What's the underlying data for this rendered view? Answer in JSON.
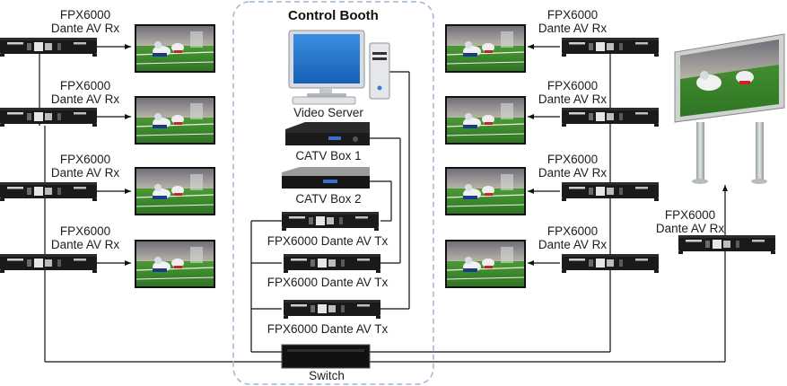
{
  "booth": {
    "title": "Control Booth",
    "server_label": "Video Server",
    "catv1_label": "CATV Box 1",
    "catv2_label": "CATV Box 2",
    "tx_labels": [
      "FPX6000 Dante AV Tx",
      "FPX6000 Dante AV Tx",
      "FPX6000 Dante AV Tx"
    ],
    "switch_label": "Switch"
  },
  "left_receivers": [
    {
      "line1": "FPX6000",
      "line2": "Dante AV Rx"
    },
    {
      "line1": "FPX6000",
      "line2": "Dante AV Rx"
    },
    {
      "line1": "FPX6000",
      "line2": "Dante AV Rx"
    },
    {
      "line1": "FPX6000",
      "line2": "Dante AV Rx"
    }
  ],
  "right_receivers": [
    {
      "line1": "FPX6000",
      "line2": "Dante AV Rx"
    },
    {
      "line1": "FPX6000",
      "line2": "Dante AV Rx"
    },
    {
      "line1": "FPX6000",
      "line2": "Dante AV Rx"
    },
    {
      "line1": "FPX6000",
      "line2": "Dante AV Rx"
    }
  ],
  "billboard_receiver": {
    "line1": "FPX6000",
    "line2": "Dante AV Rx"
  },
  "colors": {
    "cable": "#111111",
    "booth_border": "#9fb6d0",
    "device_body": "#1a1a1a",
    "screen_grass": "#3e8a2e"
  }
}
